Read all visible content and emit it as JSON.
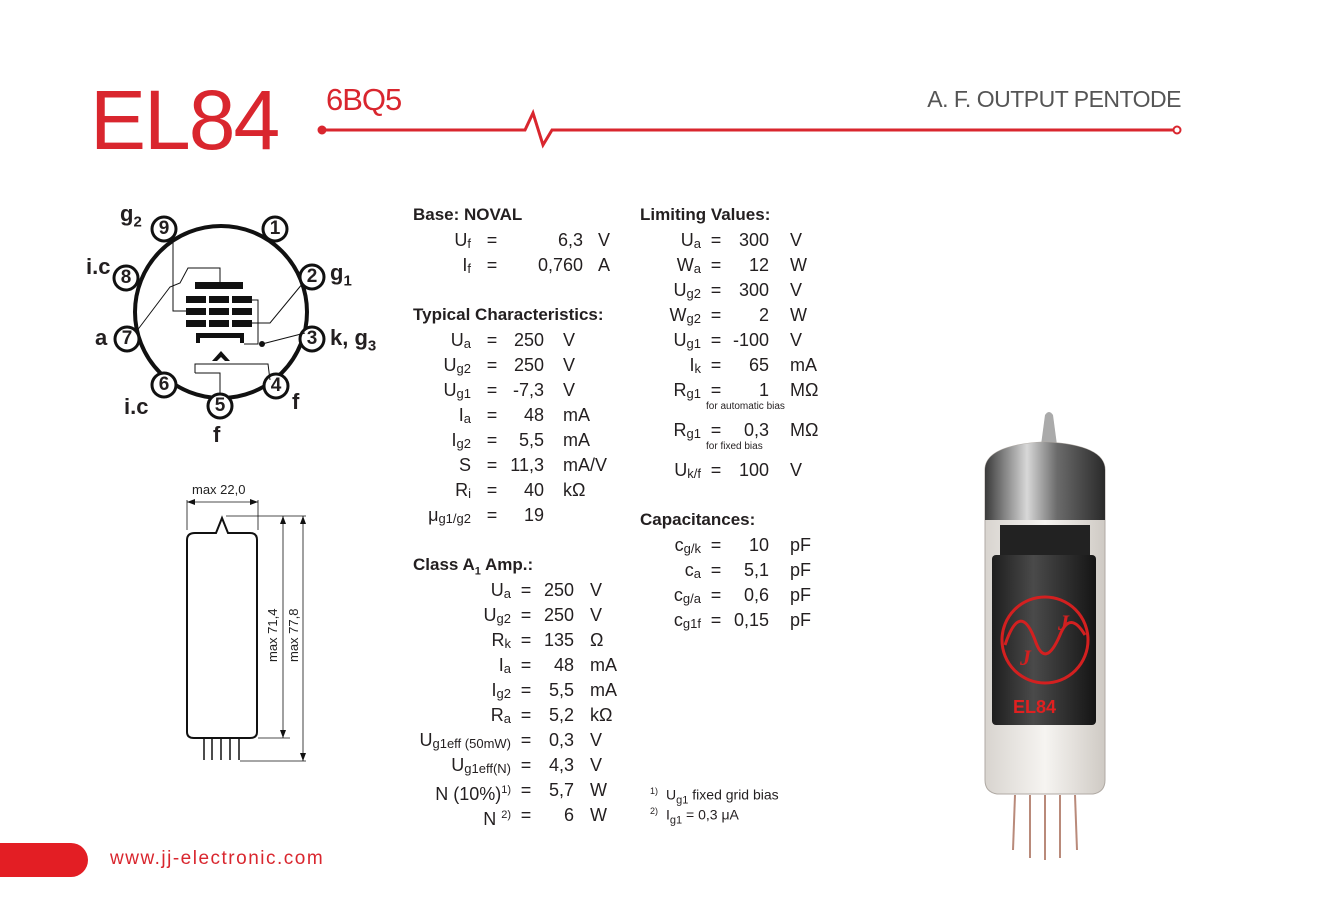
{
  "header": {
    "model": "EL84",
    "equivalent": "6BQ5",
    "type": "A. F. OUTPUT PENTODE",
    "accent_color": "#d9262e"
  },
  "pin_diagram": {
    "pins": [
      "1",
      "2",
      "3",
      "4",
      "5",
      "6",
      "7",
      "8",
      "9"
    ],
    "labels": {
      "g2": {
        "main": "g",
        "sub": "2"
      },
      "ic8": "i.c",
      "a": "a",
      "ic6": "i.c",
      "f5": "f",
      "f4": "f",
      "k": {
        "main": "k, g",
        "sub": "3"
      },
      "g1": {
        "main": "g",
        "sub": "1"
      }
    }
  },
  "dimensions": {
    "width": "max 22,0",
    "height_body": "max 71,4",
    "height_total": "max 77,8"
  },
  "base": {
    "heading": "Base: NOVAL",
    "rows": [
      {
        "sym": "U",
        "sub": "f",
        "val": "6,3",
        "unit": "V"
      },
      {
        "sym": "I",
        "sub": "f",
        "val": "0,760",
        "unit": "A"
      }
    ]
  },
  "typical": {
    "heading": "Typical Characteristics:",
    "rows": [
      {
        "sym": "U",
        "sub": "a",
        "val": "250",
        "unit": "V"
      },
      {
        "sym": "U",
        "sub": "g2",
        "val": "250",
        "unit": "V"
      },
      {
        "sym": "U",
        "sub": "g1",
        "val": "-7,3",
        "unit": "V"
      },
      {
        "sym": "I",
        "sub": "a",
        "val": "48",
        "unit": "mA"
      },
      {
        "sym": "I",
        "sub": "g2",
        "val": "5,5",
        "unit": "mA"
      },
      {
        "sym": "S",
        "sub": "",
        "val": "11,3",
        "unit": "mA/V"
      },
      {
        "sym": "R",
        "sub": "i",
        "val": "40",
        "unit": "kΩ"
      },
      {
        "sym": "μ",
        "sub": "g1/g2",
        "val": "19",
        "unit": ""
      }
    ]
  },
  "class_a": {
    "heading": "Class A",
    "heading_sub": "1",
    "heading_tail": " Amp.:",
    "rows": [
      {
        "sym": "U",
        "sub": "a",
        "val": "250",
        "unit": "V"
      },
      {
        "sym": "U",
        "sub": "g2",
        "val": "250",
        "unit": "V"
      },
      {
        "sym": "R",
        "sub": "k",
        "val": "135",
        "unit": "Ω"
      },
      {
        "sym": "I",
        "sub": "a",
        "val": "48",
        "unit": "mA"
      },
      {
        "sym": "I",
        "sub": "g2",
        "val": "5,5",
        "unit": "mA"
      },
      {
        "sym": "R",
        "sub": "a",
        "val": "5,2",
        "unit": "kΩ"
      },
      {
        "sym": "U",
        "sub": "g1eff (50mW)",
        "val": "0,3",
        "unit": "V"
      },
      {
        "sym": "U",
        "sub": "g1eff(N)",
        "val": "4,3",
        "unit": "V"
      },
      {
        "sym": "N (10%)",
        "sup": "1)",
        "val": "5,7",
        "unit": "W"
      },
      {
        "sym": "N ",
        "sup": "2)",
        "val": "6",
        "unit": "W"
      }
    ]
  },
  "limiting": {
    "heading": "Limiting Values:",
    "rows": [
      {
        "sym": "U",
        "sub": "a",
        "val": "300",
        "unit": "V"
      },
      {
        "sym": "W",
        "sub": "a",
        "val": "12",
        "unit": "W"
      },
      {
        "sym": "U",
        "sub": "g2",
        "val": "300",
        "unit": "V"
      },
      {
        "sym": "W",
        "sub": "g2",
        "val": "2",
        "unit": "W"
      },
      {
        "sym": "U",
        "sub": "g1",
        "val": "-100",
        "unit": "V"
      },
      {
        "sym": "I",
        "sub": "k",
        "val": "65",
        "unit": "mA"
      },
      {
        "sym": "R",
        "sub": "g1",
        "val": "1",
        "unit": "MΩ",
        "note": "for automatic bias"
      },
      {
        "sym": "R",
        "sub": "g1",
        "val": "0,3",
        "unit": "MΩ",
        "note": "for fixed bias"
      },
      {
        "sym": "U",
        "sub": "k/f",
        "val": "100",
        "unit": "V"
      }
    ]
  },
  "capacitances": {
    "heading": "Capacitances:",
    "rows": [
      {
        "sym": "c",
        "sub": "g/k",
        "val": "10",
        "unit": "pF"
      },
      {
        "sym": "c",
        "sub": "a",
        "val": "5,1",
        "unit": "pF"
      },
      {
        "sym": "c",
        "sub": "g/a",
        "val": "0,6",
        "unit": "pF"
      },
      {
        "sym": "c",
        "sub": "g1f",
        "val": "0,15",
        "unit": "pF"
      }
    ]
  },
  "footnotes": [
    {
      "mark": "1)",
      "sym": "U",
      "sub": "g1",
      "text": " fixed grid bias"
    },
    {
      "mark": "2)",
      "sym": "I",
      "sub": "g1",
      "text": " = 0,3 μA"
    }
  ],
  "tube_photo": {
    "logo": "JJ",
    "print": "EL84"
  },
  "footer": {
    "url": "www.jj-electronic.com"
  }
}
